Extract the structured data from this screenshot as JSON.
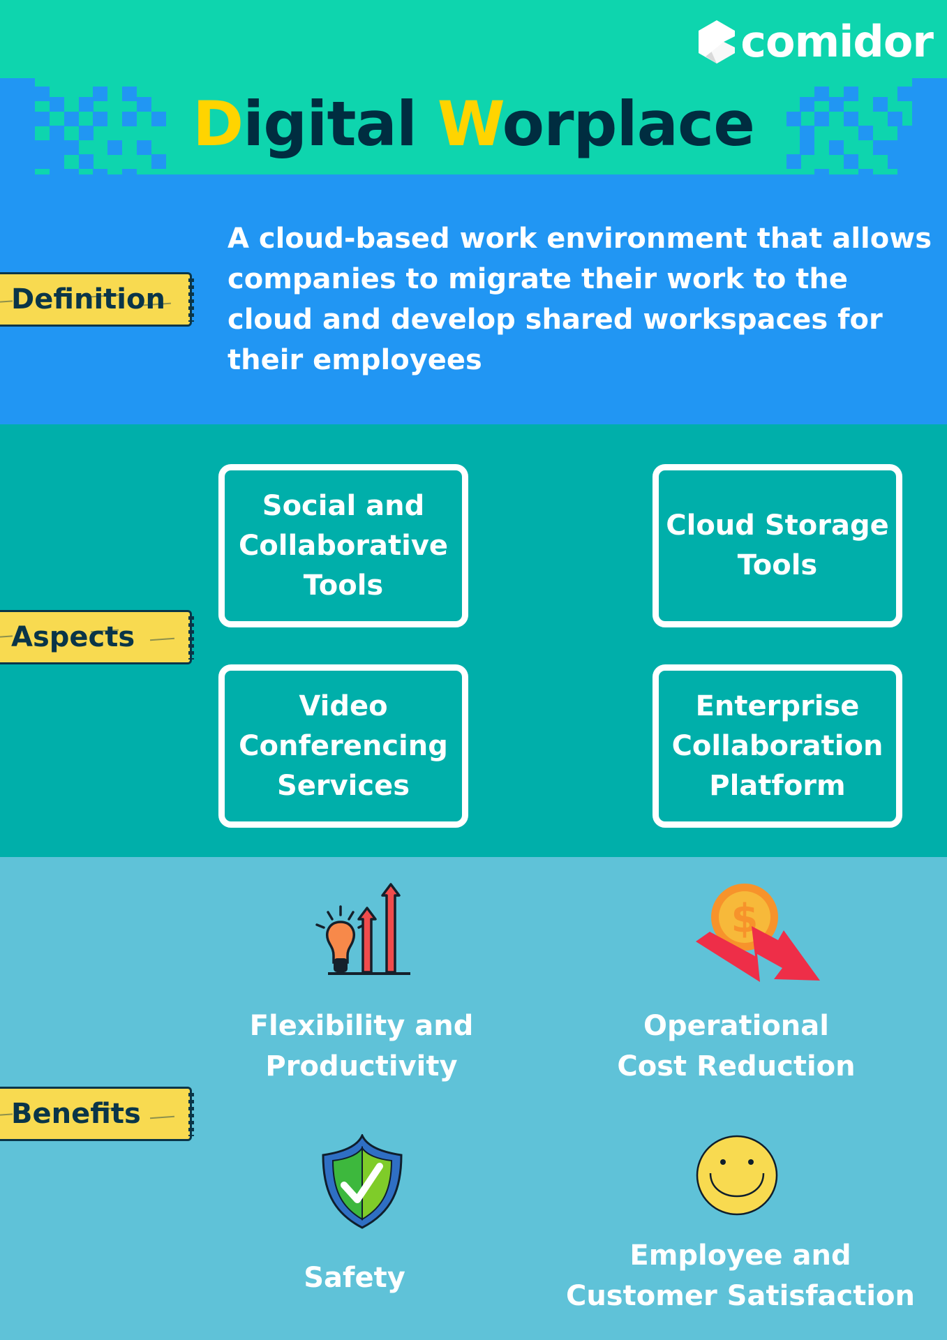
{
  "brand": {
    "logo_text": "comidor",
    "logo_icon": "comidor-hexagon-logo-icon"
  },
  "title": {
    "first_initial": "D",
    "first_rest": "igital",
    "second_initial": "W",
    "second_rest": "orplace",
    "full": "Digital Worplace"
  },
  "colors": {
    "header_teal": "#0ED5AE",
    "definition_blue": "#2196F3",
    "aspects_teal": "#00AFAA",
    "benefits_light_blue": "#5FC2D8",
    "title_dark": "#002D40",
    "title_accent_yellow": "#FFD400",
    "tag_yellow": "#F8DA50",
    "tag_text": "#0A3548"
  },
  "sections": {
    "definition": {
      "tag": "Definition",
      "text": "A cloud-based work environment that allows companies to migrate their work to the cloud and develop shared workspaces for their employees"
    },
    "aspects": {
      "tag": "Aspects",
      "items": [
        {
          "label": "Social and\nCollaborative\nTools"
        },
        {
          "label": "Cloud Storage\nTools"
        },
        {
          "label": "Video\nConferencing\nServices"
        },
        {
          "label": "Enterprise\nCollaboration\nPlatform"
        }
      ]
    },
    "benefits": {
      "tag": "Benefits",
      "items": [
        {
          "label": "Flexibility and\nProductivity",
          "icon": "lightbulb-growth-arrows-icon"
        },
        {
          "label": "Operational\nCost Reduction",
          "icon": "coin-down-arrow-icon"
        },
        {
          "label": "Safety",
          "icon": "shield-check-icon"
        },
        {
          "label": "Employee and\nCustomer Satisfaction",
          "icon": "smiley-face-icon"
        }
      ]
    }
  }
}
